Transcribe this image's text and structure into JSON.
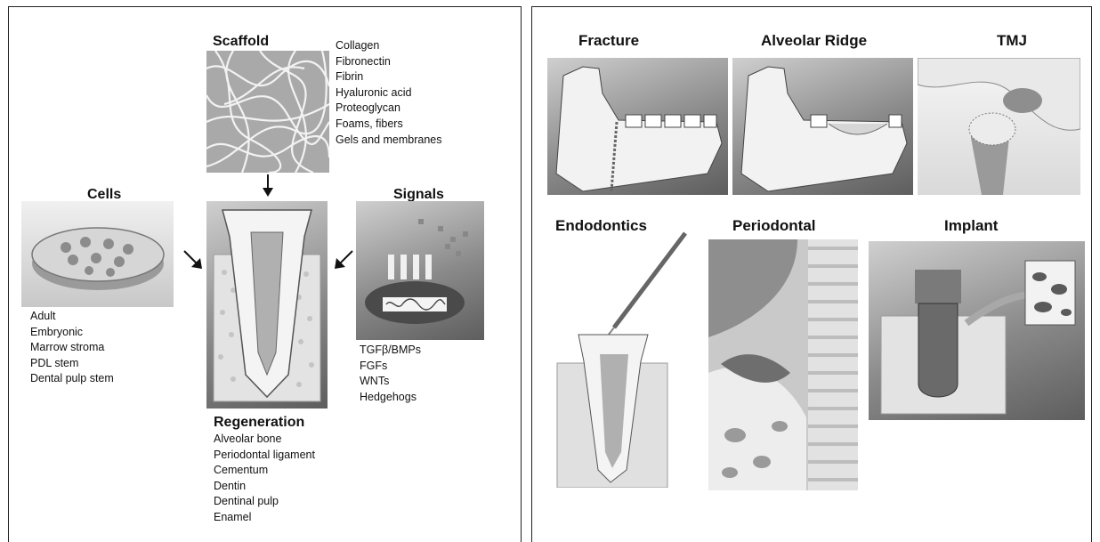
{
  "left": {
    "scaffold": {
      "title": "Scaffold",
      "items": [
        "Collagen",
        "Fibronectin",
        "Fibrin",
        "Hyaluronic acid",
        "Proteoglycan",
        "Foams, fibers",
        "Gels and membranes"
      ]
    },
    "cells": {
      "title": "Cells",
      "items": [
        "Adult",
        "Embryonic",
        "Marrow stroma",
        "PDL stem",
        "Dental pulp stem"
      ]
    },
    "signals": {
      "title": "Signals",
      "items": [
        "TGFβ/BMPs",
        "FGFs",
        "WNTs",
        "Hedgehogs"
      ]
    },
    "regeneration": {
      "title": "Regeneration",
      "items": [
        "Alveolar bone",
        "Periodontal ligament",
        "Cementum",
        "Dentin",
        "Dentinal pulp",
        "Enamel"
      ]
    }
  },
  "right": {
    "panels": [
      "Fracture",
      "Alveolar Ridge",
      "TMJ",
      "Endodontics",
      "Periodontal",
      "Implant"
    ]
  },
  "colors": {
    "panel_border": "#222222",
    "dark_gray": "#5e5e5e",
    "light_gray": "#cfcfcf"
  }
}
